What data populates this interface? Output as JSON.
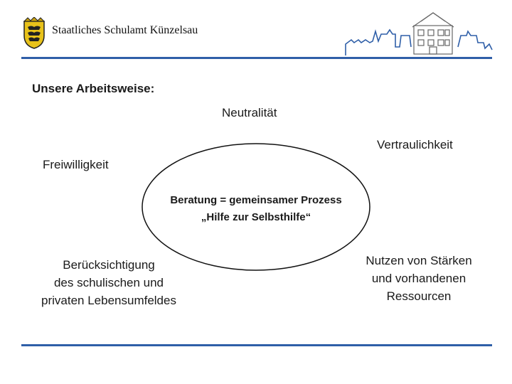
{
  "header": {
    "title": "Staatliches Schulamt Künzelsau",
    "brand_color": "#2f5fa8"
  },
  "section_title": "Unsere Arbeitsweise:",
  "diagram": {
    "center": {
      "line1": "Beratung = gemeinsamer Prozess",
      "line2": "„Hilfe zur Selbsthilfe“"
    },
    "labels": {
      "neutralitaet": "Neutralität",
      "vertraulichkeit": "Vertraulichkeit",
      "freiwilligkeit": "Freiwilligkeit",
      "beruecksichtigung": [
        "Berücksichtigung",
        "des schulischen und",
        "privaten Lebensumfeldes"
      ],
      "nutzen": [
        "Nutzen von Stärken",
        "und vorhandenen",
        "Ressourcen"
      ]
    }
  }
}
